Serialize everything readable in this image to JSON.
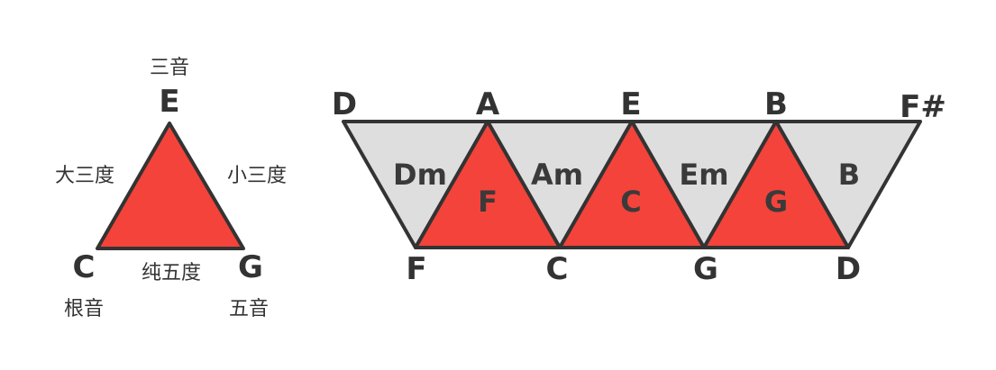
{
  "triad_legend": {
    "top_note": "E",
    "left_note": "C",
    "right_note": "G",
    "third_label": "三音",
    "root_label": "根音",
    "fifth_label": "五音",
    "major_third_label": "大三度",
    "minor_third_label": "小三度",
    "perfect_fifth_label": "纯五度",
    "fill_color": "#f4433a"
  },
  "tonnetz": {
    "top_notes": [
      "D",
      "A",
      "E",
      "B",
      "F#"
    ],
    "bottom_notes": [
      "F",
      "C",
      "G",
      "D"
    ],
    "minor_chords": [
      "Dm",
      "Am",
      "Em",
      "B"
    ],
    "major_chords": [
      "F",
      "C",
      "G"
    ],
    "major_color": "#f4433a",
    "minor_color": "#dedede"
  }
}
